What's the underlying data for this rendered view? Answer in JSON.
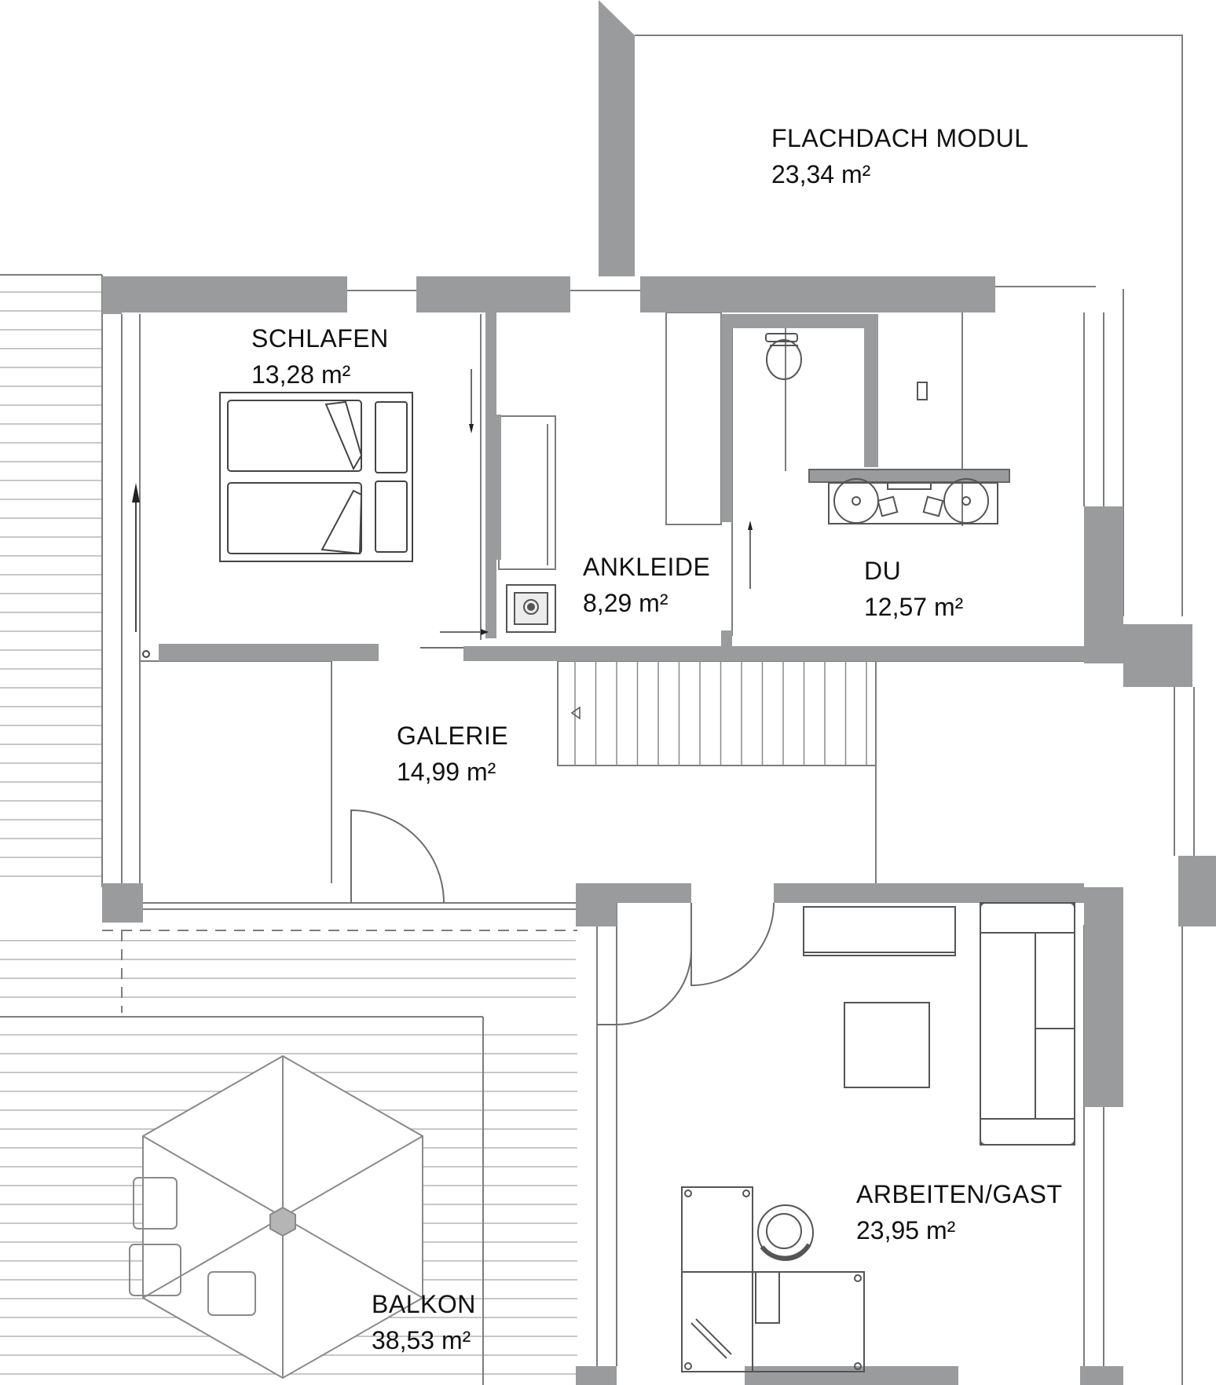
{
  "colors": {
    "wall": "#9a9b9d",
    "line": "#8a8a8a",
    "thin": "#b9b9b9",
    "text": "#111111",
    "background": "#ffffff"
  },
  "rooms": [
    {
      "id": "flachdach",
      "label": "FLACHDACH MODUL",
      "area": "23,34 m²"
    },
    {
      "id": "schlafen",
      "label": "SCHLAFEN",
      "area": "13,28 m²"
    },
    {
      "id": "ankleide",
      "label": "ANKLEIDE",
      "area": "8,29 m²"
    },
    {
      "id": "du",
      "label": "DU",
      "area": "12,57 m²"
    },
    {
      "id": "galerie",
      "label": "GALERIE",
      "area": "14,99 m²"
    },
    {
      "id": "arbeiten",
      "label": "ARBEITEN/GAST",
      "area": "23,95 m²"
    },
    {
      "id": "balkon",
      "label": "BALKON",
      "area": "38,53 m²"
    }
  ],
  "icons": [
    "bed-icon",
    "toilet-icon",
    "sink-icon",
    "stove-icon",
    "stair-arrow-icon",
    "door-swing-icon",
    "parasol-icon",
    "sofa-icon",
    "desk-icon",
    "chair-icon",
    "table-icon"
  ]
}
